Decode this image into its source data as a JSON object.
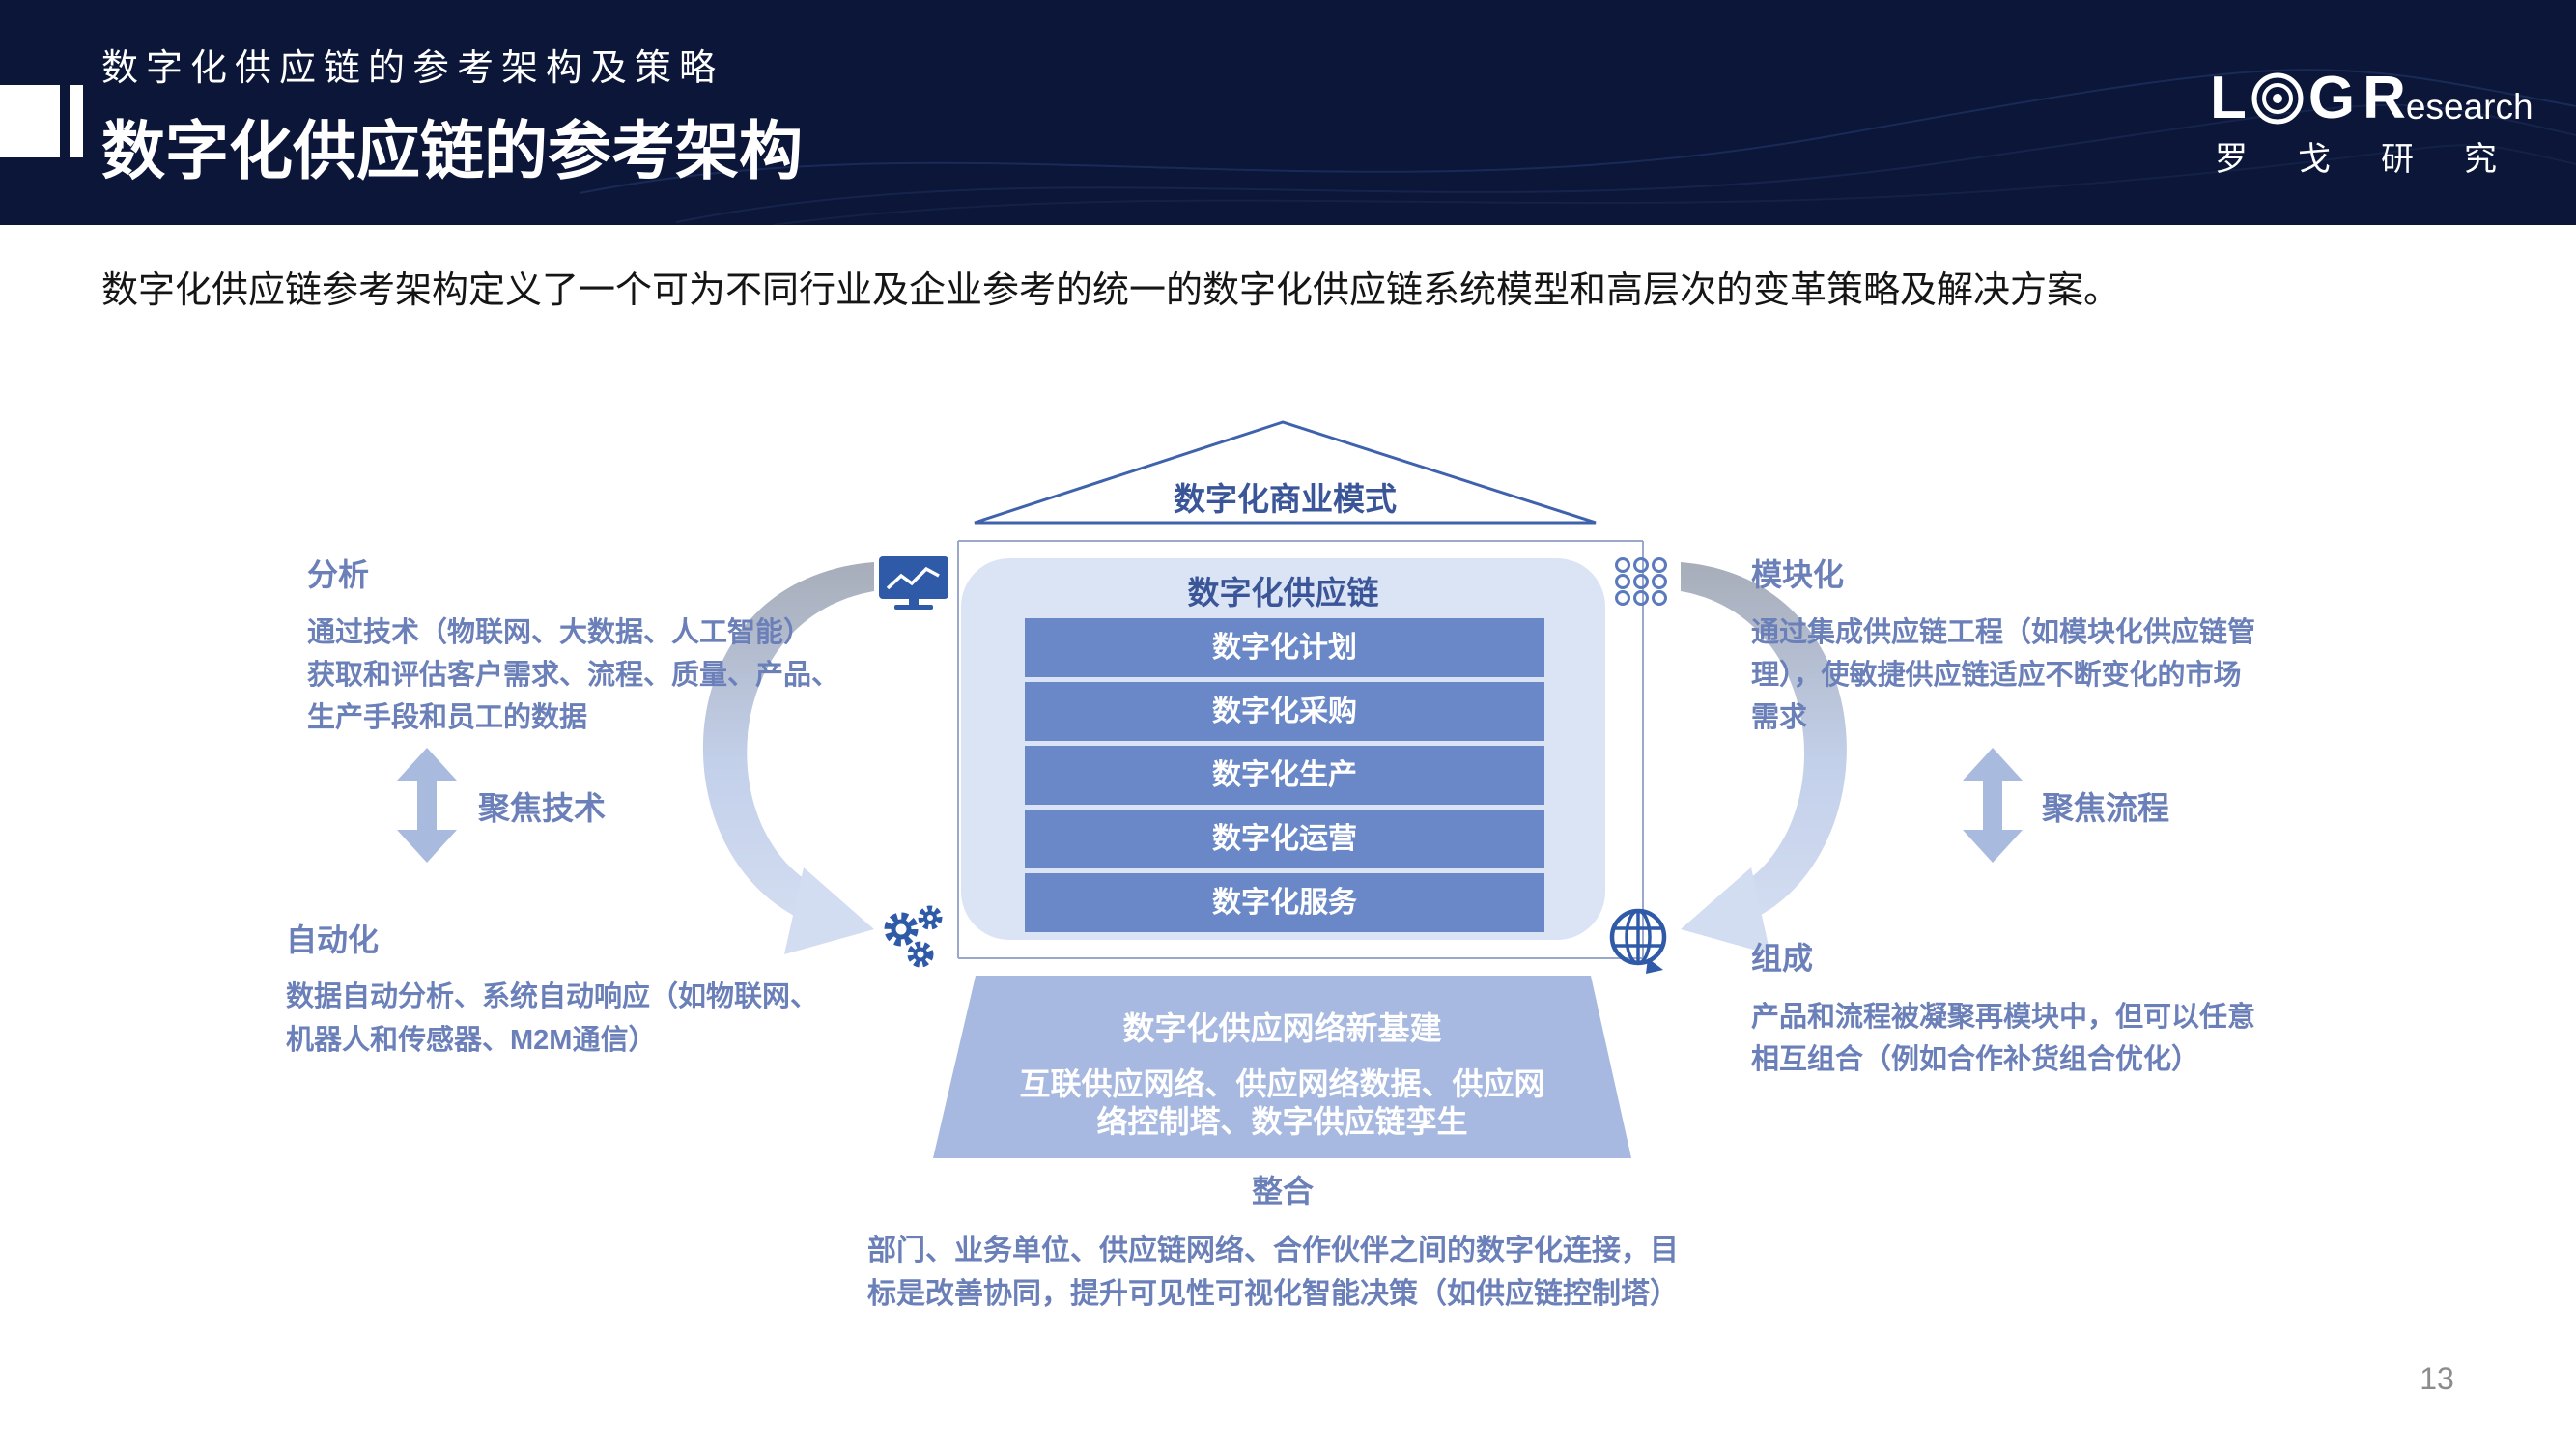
{
  "header": {
    "subtitle": "数字化供应链的参考架构及策略",
    "title": "数字化供应链的参考架构"
  },
  "logo": {
    "wordmark": [
      "L",
      "G",
      "R",
      "esearch"
    ],
    "cn": "罗戈研究"
  },
  "intro": "数字化供应链参考架构定义了一个可为不同行业及企业参考的统一的数字化供应链系统模型和高层次的变革策略及解决方案。",
  "roof": "数字化商业模式",
  "core": {
    "title": "数字化供应链",
    "items": [
      "数字化计划",
      "数字化采购",
      "数字化生产",
      "数字化运营",
      "数字化服务"
    ]
  },
  "foundation": {
    "title": "数字化供应网络新基建",
    "lines": [
      "互联供应网络、供应网络数据、供应网",
      "络控制塔、数字供应链孪生"
    ]
  },
  "bottom": {
    "label": "整合",
    "lines": [
      "部门、业务单位、供应链网络、合作伙伴之间的数字化连接，目",
      "标是改善协同，提升可见性可视化智能决策（如供应链控制塔）"
    ]
  },
  "left": {
    "top": {
      "label": "分析",
      "lines": [
        "通过技术（物联网、大数据、人工智能）",
        "获取和评估客户需求、流程、质量、产品、",
        "生产手段和员工的数据"
      ]
    },
    "focus": "聚焦技术",
    "bottom": {
      "label": "自动化",
      "lines": [
        "数据自动分析、系统自动响应（如物联网、",
        "机器人和传感器、M2M通信）"
      ]
    }
  },
  "right": {
    "top": {
      "label": "模块化",
      "lines": [
        "通过集成供应链工程（如模块化供应链管",
        "理），使敏捷供应链适应不断变化的市场",
        "需求"
      ]
    },
    "focus": "聚焦流程",
    "bottom": {
      "label": "组成",
      "lines": [
        "产品和流程被凝聚再模块中，但可以任意",
        "相互组合（例如合作补货组合优化）"
      ]
    }
  },
  "page_number": "13",
  "icons": {
    "analysis": "monitor-chart-icon",
    "modular": "dot-grid-icon",
    "automation": "gears-icon",
    "composition": "globe-icon"
  },
  "colors": {
    "header_bg": "#0b1638",
    "title_blue": "#3a5699",
    "bar_fill": "#6a88c7",
    "panel_fill": "#dbe4f4",
    "foundation_fill": "#a7b9e0",
    "side_text": "#6b80b9",
    "icon_blue": "#2f5aa8"
  }
}
